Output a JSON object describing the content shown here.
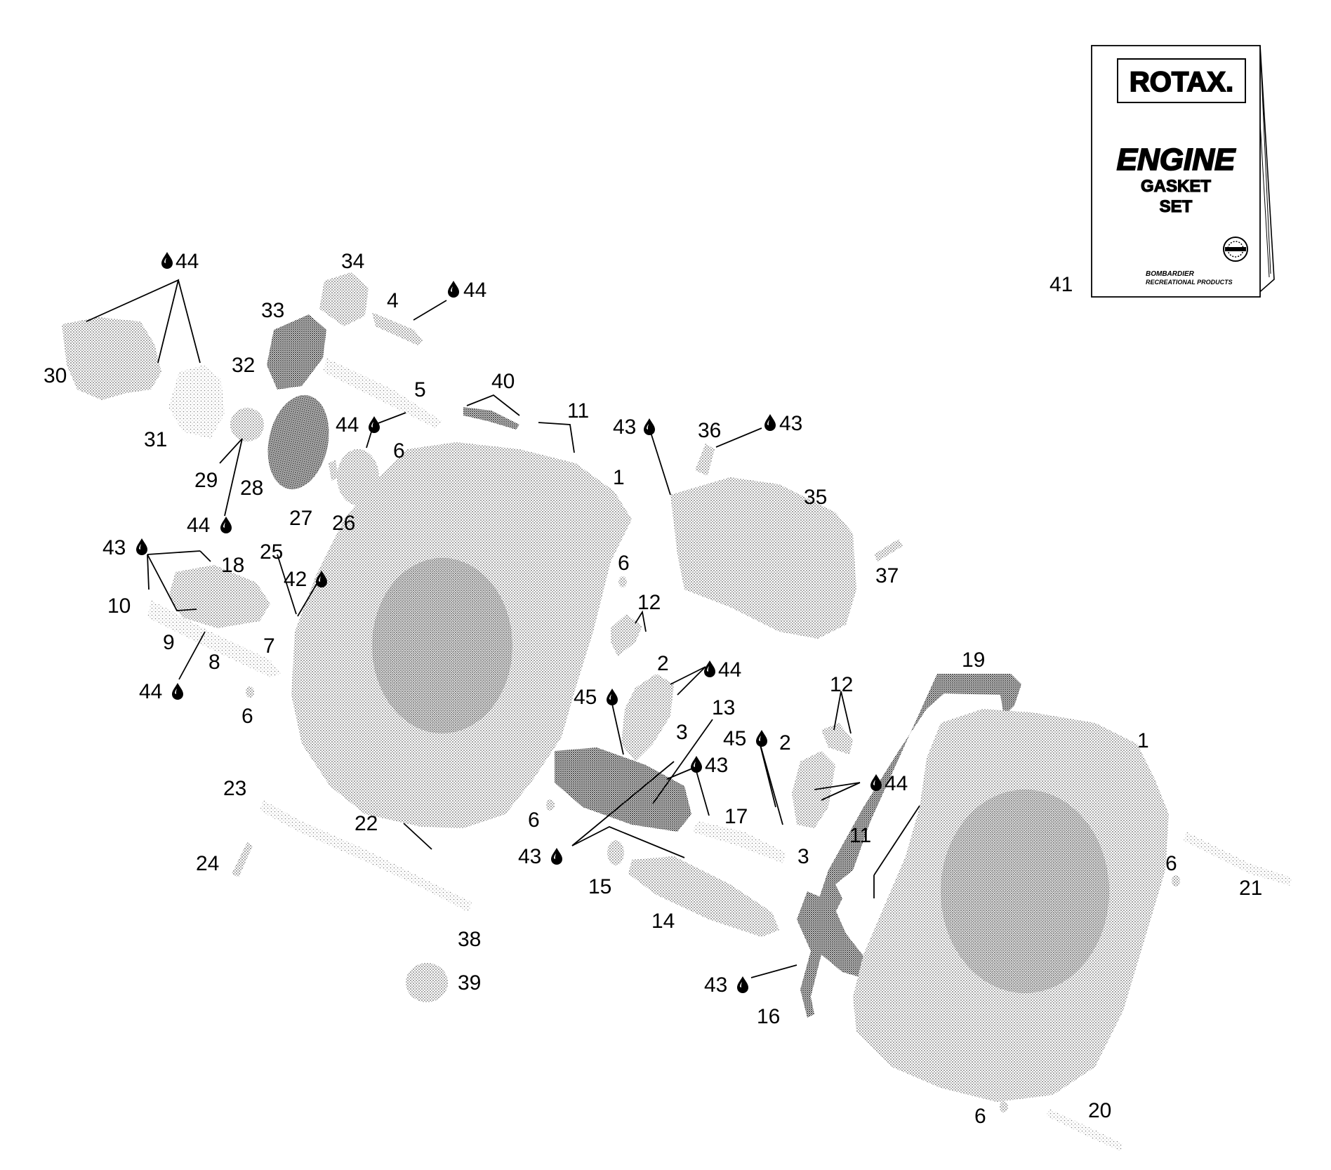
{
  "labels": {
    "l30": "30",
    "l44_a": "44",
    "l34": "34",
    "l4": "4",
    "l44_b": "44",
    "l33": "33",
    "l32": "32",
    "l31": "31",
    "l29": "29",
    "l28": "28",
    "l44_c": "44",
    "l27": "27",
    "l26": "26",
    "l44_d": "44",
    "l5": "5",
    "l40": "40",
    "l11_a": "11",
    "l6_a": "6",
    "l1_a": "1",
    "l43_a": "43",
    "l36": "36",
    "l43_b": "43",
    "l35": "35",
    "l37": "37",
    "l6_b": "6",
    "l12_a": "12",
    "l43_c": "43",
    "l18": "18",
    "l10": "10",
    "l25": "25",
    "l42": "42",
    "l9": "9",
    "l8": "8",
    "l7": "7",
    "l44_e": "44",
    "l6_c": "6",
    "l2_a": "2",
    "l44_f": "44",
    "l45_a": "45",
    "l13": "13",
    "l3_a": "3",
    "l12_b": "12",
    "l19": "19",
    "l45_b": "45",
    "l2_b": "2",
    "l43_d": "43",
    "l44_g": "44",
    "l17": "17",
    "l1_b": "1",
    "l23": "23",
    "l22": "22",
    "l6_d": "6",
    "l11_b": "11",
    "l43_e": "43",
    "l3_b": "3",
    "l15": "15",
    "l24": "24",
    "l6_e": "6",
    "l21": "21",
    "l14": "14",
    "l38": "38",
    "l39": "39",
    "l43_f": "43",
    "l16": "16",
    "l6_f": "6",
    "l20": "20",
    "l41": "41"
  },
  "booklet": {
    "brand": "ROTAX.",
    "line1": "ENGINE",
    "line2": "GASKET",
    "line3": "SET",
    "footer1": "BOMBARDIER",
    "footer2": "RECREATIONAL PRODUCTS"
  },
  "icons": {
    "drop": "oil-drop-icon"
  },
  "colors": {
    "ink": "#000000",
    "part_fill": "#b8b8b8",
    "part_dark": "#8a8a8a",
    "background": "#ffffff"
  }
}
